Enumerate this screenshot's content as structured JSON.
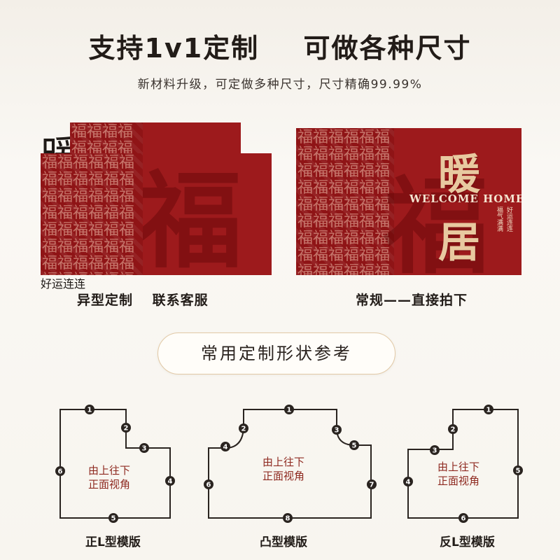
{
  "header": {
    "title_part1": "支持1v1定制",
    "title_part2": "可做各种尺寸",
    "subtitle": "新材料升级，可定做多种尺寸，尺寸精确99.99%"
  },
  "rugs": {
    "pattern_text": "福福福福福福福福福福福福福福福福福福福福福福福福福福福福福福福福福福福福福福福福福福福福福福福福福福福福福福福福",
    "main_char_1": "暖",
    "main_char_2": "居",
    "welcome": "WELCOME HOME",
    "small_1": "福气满满",
    "small_2": "好运连连"
  },
  "captions": {
    "custom": "异型定制　 联系客服",
    "regular": "常规——直接拍下"
  },
  "section_pill": "常用定制形状参考",
  "shapes": {
    "center_line1": "由上往下",
    "center_line2": "正面视角",
    "labels": [
      "正L型模版",
      "凸型模版",
      "反L型模版"
    ],
    "colors": {
      "line": "#2a2420",
      "marker": "#2a2420",
      "center_text": "#8e2a20",
      "rug_red": "#9d1a1c"
    }
  }
}
